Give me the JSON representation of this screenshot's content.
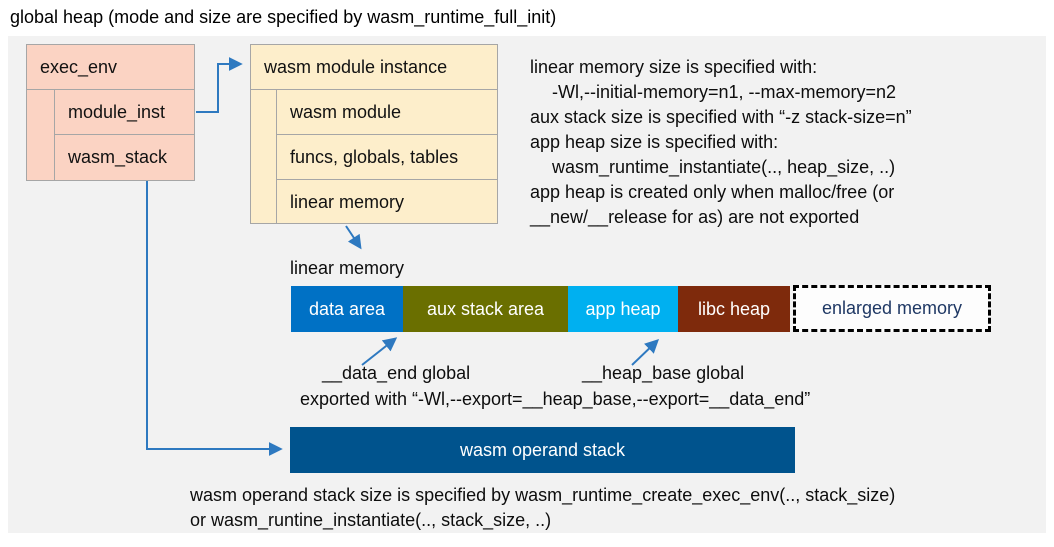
{
  "title": "global heap (mode and size are specified by wasm_runtime_full_init)",
  "exec_env": {
    "header": "exec_env",
    "rows": [
      "module_inst",
      "wasm_stack"
    ]
  },
  "module_instance": {
    "header": "wasm module instance",
    "rows": [
      "wasm module",
      "funcs, globals, tables",
      "linear memory"
    ]
  },
  "notes": {
    "lines": [
      "linear memory size is specified with:",
      "-Wl,--initial-memory=n1, --max-memory=n2",
      "aux stack size is specified with “-z stack-size=n”",
      "app heap size is specified with:",
      "wasm_runtime_instantiate(.., heap_size, ..)",
      "app heap is created only when malloc/free (or",
      "__new/__release for as) are not exported"
    ]
  },
  "linear_memory": {
    "label": "linear memory",
    "segments": [
      {
        "label": "data area",
        "color": "#0071C5"
      },
      {
        "label": "aux stack area",
        "color": "#6A6F00"
      },
      {
        "label": "app heap",
        "color": "#00B0F0"
      },
      {
        "label": "libc heap",
        "color": "#7E2A0C"
      },
      {
        "label": "enlarged memory",
        "color": "#FDFDFD",
        "text_color": "#1F3864",
        "border": "dashed"
      }
    ]
  },
  "annotations": {
    "data_end": "__data_end global",
    "heap_base": "__heap_base global",
    "exported": "exported with “-Wl,--export=__heap_base,--export=__data_end”"
  },
  "operand_stack": {
    "label": "wasm operand stack",
    "color": "#00538D"
  },
  "bottom_note": {
    "lines": [
      "wasm operand stack size is specified by wasm_runtime_create_exec_env(.., stack_size)",
      "or wasm_runtine_instantiate(.., stack_size, ..)"
    ]
  },
  "colors": {
    "panel_bg": "#F2F2F2",
    "exec_env_fill": "#FBD3C3",
    "module_instance_fill": "#FDEECB",
    "box_border": "#A6A6A6",
    "arrow_blue": "#2E79C0",
    "enlarged_text": "#1F3864"
  }
}
